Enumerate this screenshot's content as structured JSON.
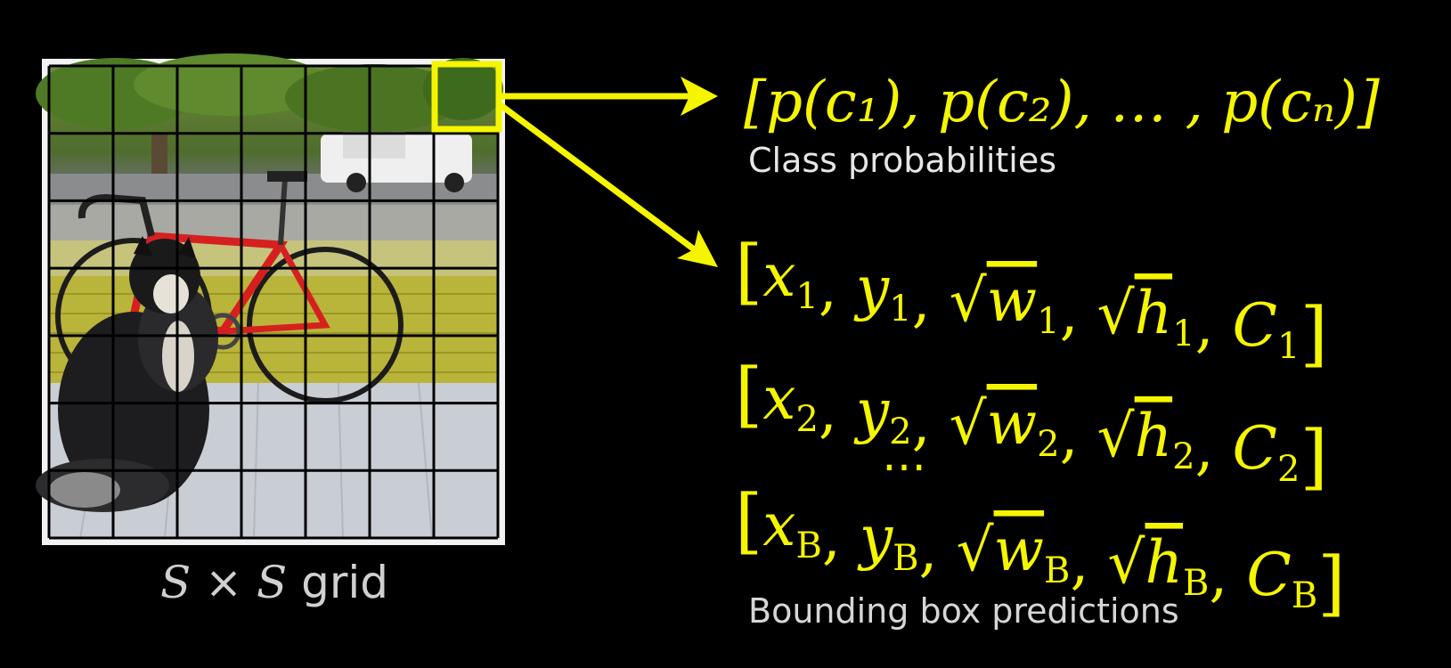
{
  "colors": {
    "background": "#000000",
    "accent": "#f5f500",
    "grid_lines": "#000000",
    "caption": "#e6e6e6"
  },
  "photo": {
    "description_icon": "dog-and-bicycle-photo",
    "grid_rows": 7,
    "grid_cols": 7,
    "highlighted_cell": {
      "row": 1,
      "col": 7
    }
  },
  "grid_caption": {
    "var1": "S",
    "times": " × ",
    "var2": "S",
    "word": " grid"
  },
  "class_probabilities": {
    "formula": "[p(c₁), p(c₂), … , p(cₙ)]",
    "caption": "Class probabilities"
  },
  "bounding_boxes": {
    "rows": [
      {
        "x": "x",
        "y": "y",
        "w": "w",
        "h": "h",
        "c": "C",
        "sub": "1"
      },
      {
        "x": "x",
        "y": "y",
        "w": "w",
        "h": "h",
        "c": "C",
        "sub": "2"
      },
      {
        "x": "x",
        "y": "y",
        "w": "w",
        "h": "h",
        "c": "C",
        "sub": "B"
      }
    ],
    "ellipsis": "…",
    "caption": "Bounding box predictions"
  }
}
